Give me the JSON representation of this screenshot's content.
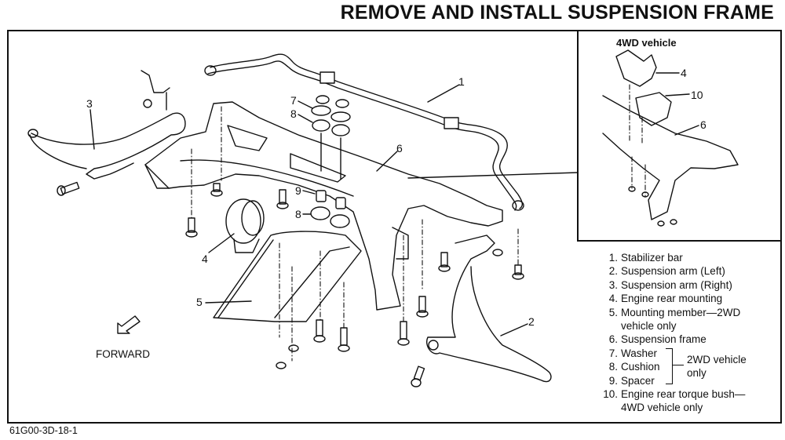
{
  "title": "REMOVE AND INSTALL SUSPENSION FRAME",
  "inset": {
    "title": "4WD vehicle",
    "callouts": [
      "4",
      "10",
      "6"
    ]
  },
  "main_callouts": [
    "1",
    "2",
    "3",
    "4",
    "5",
    "6",
    "7",
    "8",
    "9",
    "8"
  ],
  "legend": {
    "items": [
      {
        "num": "1.",
        "label": "Stabilizer bar"
      },
      {
        "num": "2.",
        "label": "Suspension arm (Left)"
      },
      {
        "num": "3.",
        "label": "Suspension arm (Right)"
      },
      {
        "num": "4.",
        "label": "Engine rear mounting"
      },
      {
        "num": "5.",
        "label": "Mounting member—2WD",
        "cont": "vehicle only"
      },
      {
        "num": "6.",
        "label": "Suspension frame"
      },
      {
        "num": "7.",
        "label": "Washer"
      },
      {
        "num": "8.",
        "label": "Cushion"
      },
      {
        "num": "9.",
        "label": "Spacer"
      },
      {
        "num": "10.",
        "label": "Engine rear torque bush—",
        "cont": "4WD vehicle only"
      }
    ],
    "group_note_line1": "2WD vehicle",
    "group_note_line2": "only"
  },
  "forward_label": "FORWARD",
  "figure_code": "61G00-3D-18-1"
}
